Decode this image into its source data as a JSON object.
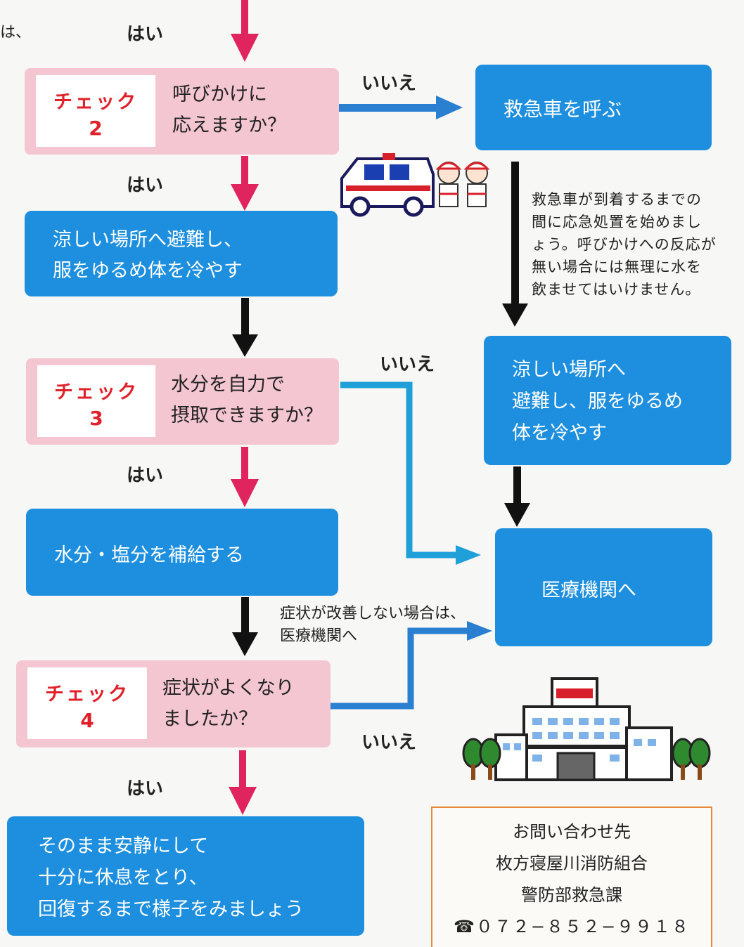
{
  "top_fragment": "は、",
  "yes_label": "はい",
  "no_label": "いいえ",
  "check2": {
    "tag": "チェック",
    "num": "2",
    "q1": "呼びかけに",
    "q2": "応えますか？"
  },
  "check3": {
    "tag": "チェック",
    "num": "3",
    "q1": "水分を自力で",
    "q2": "摂取できますか？"
  },
  "check4": {
    "tag": "チェック",
    "num": "4",
    "q1": "症状がよくなり",
    "q2": "ましたか？"
  },
  "box_call_ambulance": "救急車を呼ぶ",
  "box_cool_left": {
    "l1": "涼しい場所へ避難し、",
    "l2": "服をゆるめ体を冷やす"
  },
  "box_cool_right": {
    "l1": "涼しい場所へ",
    "l2": "避難し、服をゆるめ",
    "l3": "体を冷やす"
  },
  "box_hydrate": "水分・塩分を補給する",
  "box_medical": "医療機関へ",
  "box_rest": {
    "l1": "そのまま安静にして",
    "l2": "十分に休息をとり、",
    "l3": "回復するまで様子をみましょう"
  },
  "ambulance_note": {
    "l1": "救急車が到着するまでの",
    "l2": "間に応急処置を始めまし",
    "l3": "ょう。呼びかけへの反応が",
    "l4": "無い場合には無理に水を",
    "l5": "飲ませてはいけません。"
  },
  "symptom_note": {
    "l1": "症状が改善しない場合は、",
    "l2": "医療機関へ"
  },
  "contact": {
    "title": "お問い合わせ先",
    "org": "枚方寝屋川消防組合",
    "dept": "警防部救急課",
    "phone": "☎０７２−８５２−９９１８"
  },
  "colors": {
    "pink_box": "#f4c6d2",
    "blue_box": "#1d8fde",
    "pink_arrow": "#e0245e",
    "blue_arrow": "#2a7fd0",
    "check_text": "#e0202a"
  },
  "icons": {
    "ambulance": "ambulance-icon",
    "paramedics": "paramedics-icon",
    "hospital": "hospital-icon",
    "phone": "phone-icon"
  }
}
